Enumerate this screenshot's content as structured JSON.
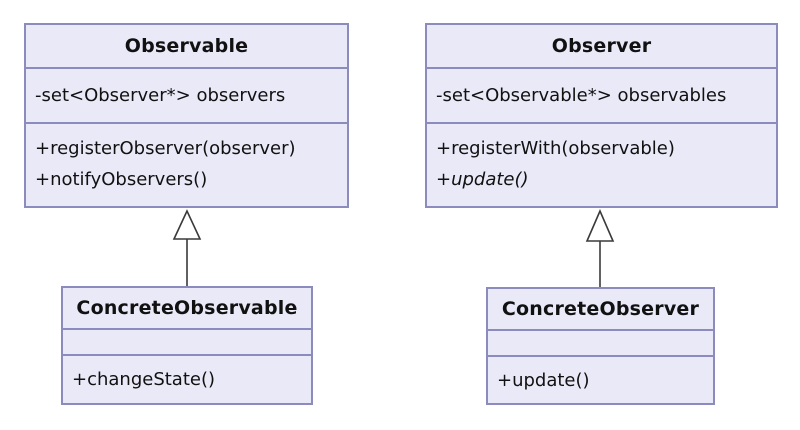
{
  "colors": {
    "background": "#ffffff",
    "box_fill": "#e9e9f8",
    "box_border": "#8b8bbd",
    "text": "#111111",
    "arrow": "#3a3a3a",
    "arrowhead_fill": "#ffffff"
  },
  "classes": {
    "observable": {
      "name": "Observable",
      "attributes": [
        "-set<Observer*> observers"
      ],
      "methods": [
        "+registerObserver(observer)",
        "+notifyObservers()"
      ]
    },
    "observer": {
      "name": "Observer",
      "attributes": [
        "-set<Observable*> observables"
      ],
      "methods": [
        "+registerWith(observable)",
        "+update()"
      ]
    },
    "concrete_observable": {
      "name": "ConcreteObservable",
      "attributes": [],
      "methods": [
        "+changeState()"
      ]
    },
    "concrete_observer": {
      "name": "ConcreteObserver",
      "attributes": [],
      "methods": [
        "+update()"
      ]
    }
  },
  "relations": [
    {
      "type": "generalization",
      "from": "ConcreteObservable",
      "to": "Observable"
    },
    {
      "type": "generalization",
      "from": "ConcreteObserver",
      "to": "Observer"
    }
  ]
}
